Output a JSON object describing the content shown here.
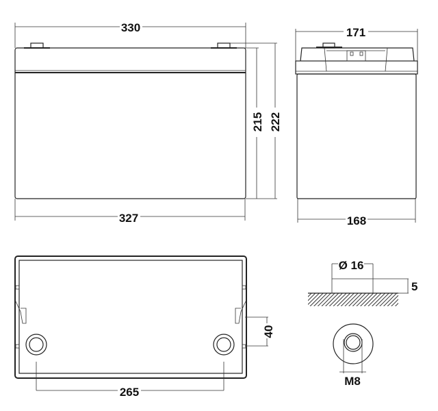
{
  "front_view": {
    "width_top": "330",
    "width_bottom": "327",
    "height_body": "215",
    "height_total": "222"
  },
  "side_view": {
    "depth_top": "171",
    "depth_bottom": "168"
  },
  "bottom_view": {
    "terminal_spacing": "265",
    "terminal_offset": "40"
  },
  "terminal_detail": {
    "diameter": "Ø 16",
    "height": "5",
    "thread": "M8"
  }
}
